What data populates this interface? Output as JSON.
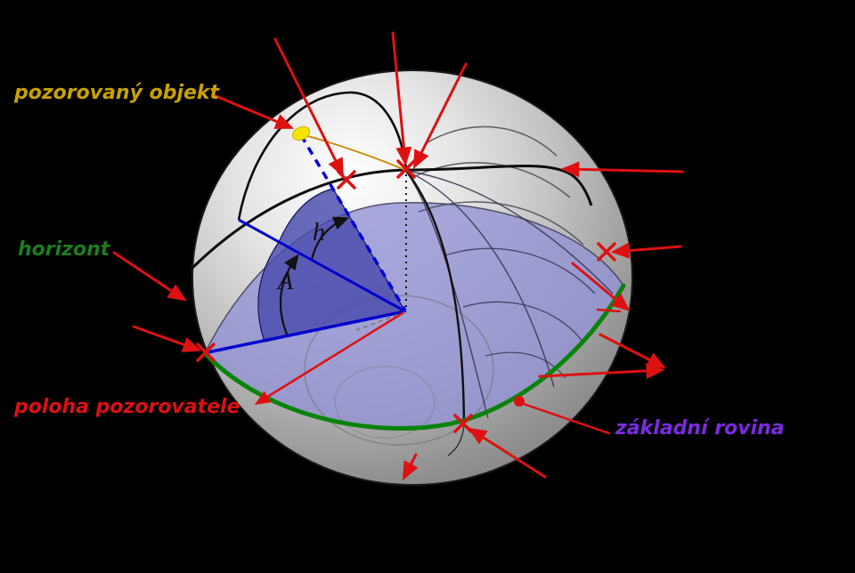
{
  "diagram": {
    "title": "horizontal coordinate system sphere diagram",
    "labels": {
      "observed_object": "pozorovaný objekt",
      "horizon": "horizont",
      "observer_position": "poloha pozorovatele",
      "base_plane": "základní rovina",
      "altitude_symbol": "h",
      "azimuth_symbol": "A"
    },
    "markers": {
      "cross_glyph": "✕",
      "crosses": [
        "upper-cross",
        "zenith-cross",
        "north-cross",
        "south-cross",
        "east-cross"
      ],
      "dots": [
        "observed-object-dot",
        "base-plane-dot"
      ]
    },
    "colors": {
      "background": "#000000",
      "observed_object_label": "#c9a100",
      "horizon_label": "#1d7d1d",
      "observer_label": "#dd1111",
      "base_plane_label": "#7b2be0",
      "pointer_red": "#dd1111",
      "horizon_green": "#0a830a",
      "direction_blue": "#0000cc",
      "sight_line_blue": "#0000dd",
      "object_path_orange": "#cc8800",
      "object_dot_yellow": "#f5e400",
      "plane_purple": "#9393d6",
      "wedge_blue": "#4a4aad",
      "sphere_light": "#ffffff",
      "sphere_dark": "#858585"
    }
  }
}
